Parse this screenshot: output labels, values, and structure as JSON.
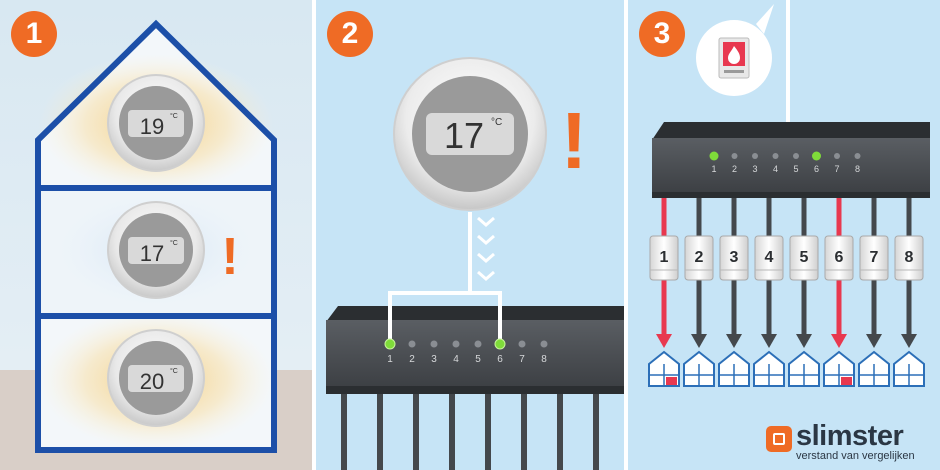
{
  "step_badges": [
    "1",
    "2",
    "3"
  ],
  "panel1": {
    "thermostat_top": "19",
    "thermostat_middle": "17",
    "thermostat_bottom": "20",
    "unit": "°C",
    "alert": "!"
  },
  "panel2": {
    "thermostat": "17",
    "unit": "°C",
    "alert": "!",
    "ports": [
      "1",
      "2",
      "3",
      "4",
      "5",
      "6",
      "7",
      "8"
    ],
    "active_ports": [
      1,
      6
    ]
  },
  "panel3": {
    "ports": [
      "1",
      "2",
      "3",
      "4",
      "5",
      "6",
      "7",
      "8"
    ],
    "active_ports": [
      1,
      6
    ],
    "valves": [
      "1",
      "2",
      "3",
      "4",
      "5",
      "6",
      "7",
      "8"
    ],
    "icon": "boiler-flame-icon"
  },
  "logo": {
    "name": "slimster",
    "tagline": "verstand van vergelijken"
  },
  "colors": {
    "accent": "#ef6b25",
    "house_outline": "#1c4fa8",
    "led_active": "#7fdc3a",
    "arrow_active": "#e8384f",
    "arrow_idle": "#44484c"
  }
}
